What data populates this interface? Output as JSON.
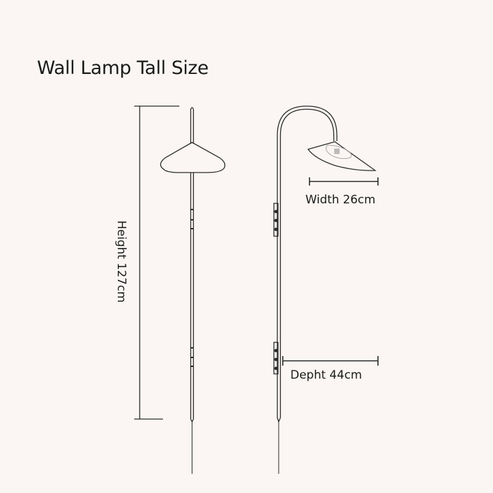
{
  "title": "Wall Lamp Tall Size",
  "dimensions": {
    "height": "Height 127cm",
    "width": "Width 26cm",
    "depth": "Depht 44cm"
  },
  "colors": {
    "background": "#fbf6f3",
    "line": "#2a2a2a"
  }
}
